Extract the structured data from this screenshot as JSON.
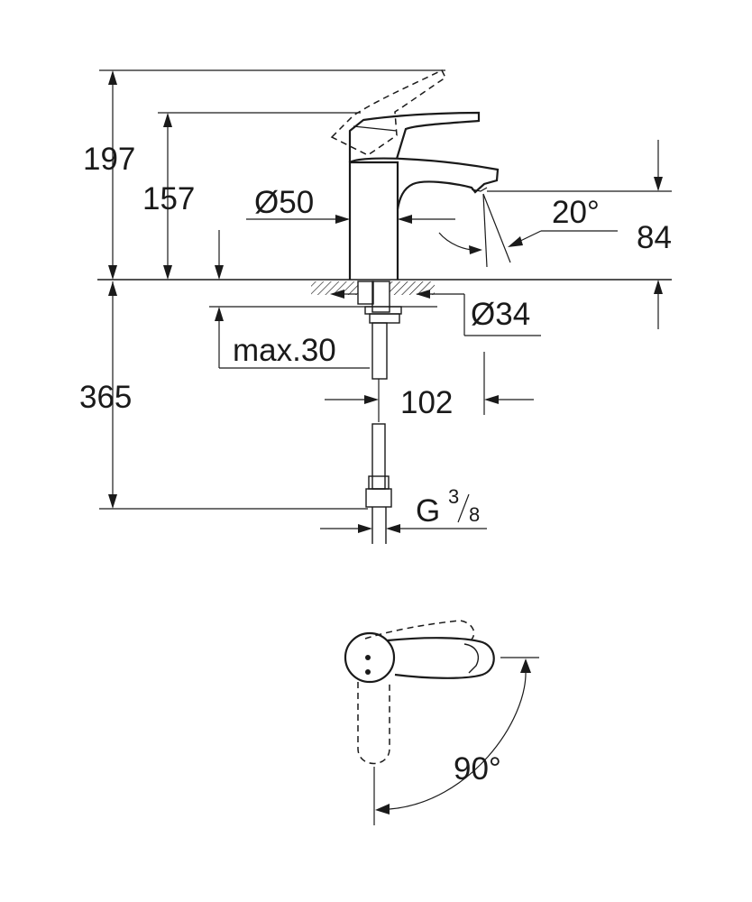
{
  "drawing": {
    "line_color": "#1a1a1a",
    "background": "#ffffff",
    "dimensions": {
      "total_height": "197",
      "lever_height": "157",
      "body_diameter": "Ø50",
      "spout_angle": "20°",
      "spout_height": "84",
      "hole_diameter": "Ø34",
      "max_deck_thickness": "max.30",
      "hose_length": "365",
      "spout_reach": "102",
      "thread_prefix": "G",
      "thread_num": "3",
      "thread_den": "8",
      "lever_rotation": "90°"
    }
  }
}
